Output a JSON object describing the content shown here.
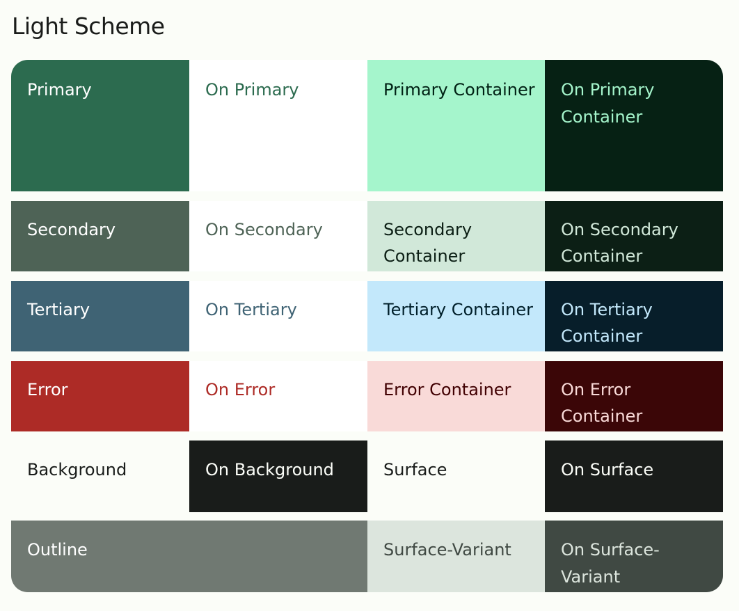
{
  "page": {
    "title": "Light Scheme"
  },
  "rows": [
    [
      {
        "label": "Primary",
        "bg": "#2c6b4f",
        "fg": "#ffffff"
      },
      {
        "label": "On Primary",
        "bg": "#ffffff",
        "fg": "#2c6b4f"
      },
      {
        "label": "Primary Container",
        "bg": "#a5f5cc",
        "fg": "#002114"
      },
      {
        "label": "On Primary Container",
        "bg": "#062114",
        "fg": "#a5f5cc"
      }
    ],
    [
      {
        "label": "Secondary",
        "bg": "#4e6356",
        "fg": "#ffffff"
      },
      {
        "label": "On Secondary",
        "bg": "#ffffff",
        "fg": "#4e6356"
      },
      {
        "label": "Secondary Container",
        "bg": "#d1e8d9",
        "fg": "#0c1f15"
      },
      {
        "label": "On Secondary Container",
        "bg": "#0c1f15",
        "fg": "#d1e8d9"
      }
    ],
    [
      {
        "label": "Tertiary",
        "bg": "#3f6374",
        "fg": "#ffffff"
      },
      {
        "label": "On Tertiary",
        "bg": "#ffffff",
        "fg": "#3f6374"
      },
      {
        "label": "Tertiary Container",
        "bg": "#c3e8fb",
        "fg": "#001f2a"
      },
      {
        "label": "On Tertiary Container",
        "bg": "#071e2a",
        "fg": "#c3e8fb"
      }
    ],
    [
      {
        "label": "Error",
        "bg": "#ad2b26",
        "fg": "#ffffff"
      },
      {
        "label": "On Error",
        "bg": "#ffffff",
        "fg": "#ad2b26"
      },
      {
        "label": "Error Container",
        "bg": "#f9dad8",
        "fg": "#410002"
      },
      {
        "label": "On Error Container",
        "bg": "#3b0607",
        "fg": "#f9dad8"
      }
    ],
    [
      {
        "label": "Background",
        "bg": "#fbfdf8",
        "fg": "#191c1a"
      },
      {
        "label": "On Background",
        "bg": "#191c1a",
        "fg": "#fbfdf8"
      },
      {
        "label": "Surface",
        "bg": "#fbfdf8",
        "fg": "#191c1a"
      },
      {
        "label": "On Surface",
        "bg": "#191c1a",
        "fg": "#fbfdf8"
      }
    ],
    [
      {
        "label": "Outline",
        "bg": "#707972",
        "fg": "#ffffff",
        "span": 2
      },
      {
        "label": "Surface-Variant",
        "bg": "#dce5dd",
        "fg": "#404943"
      },
      {
        "label": "On Surface-Variant",
        "bg": "#404943",
        "fg": "#dce5dd"
      }
    ]
  ]
}
